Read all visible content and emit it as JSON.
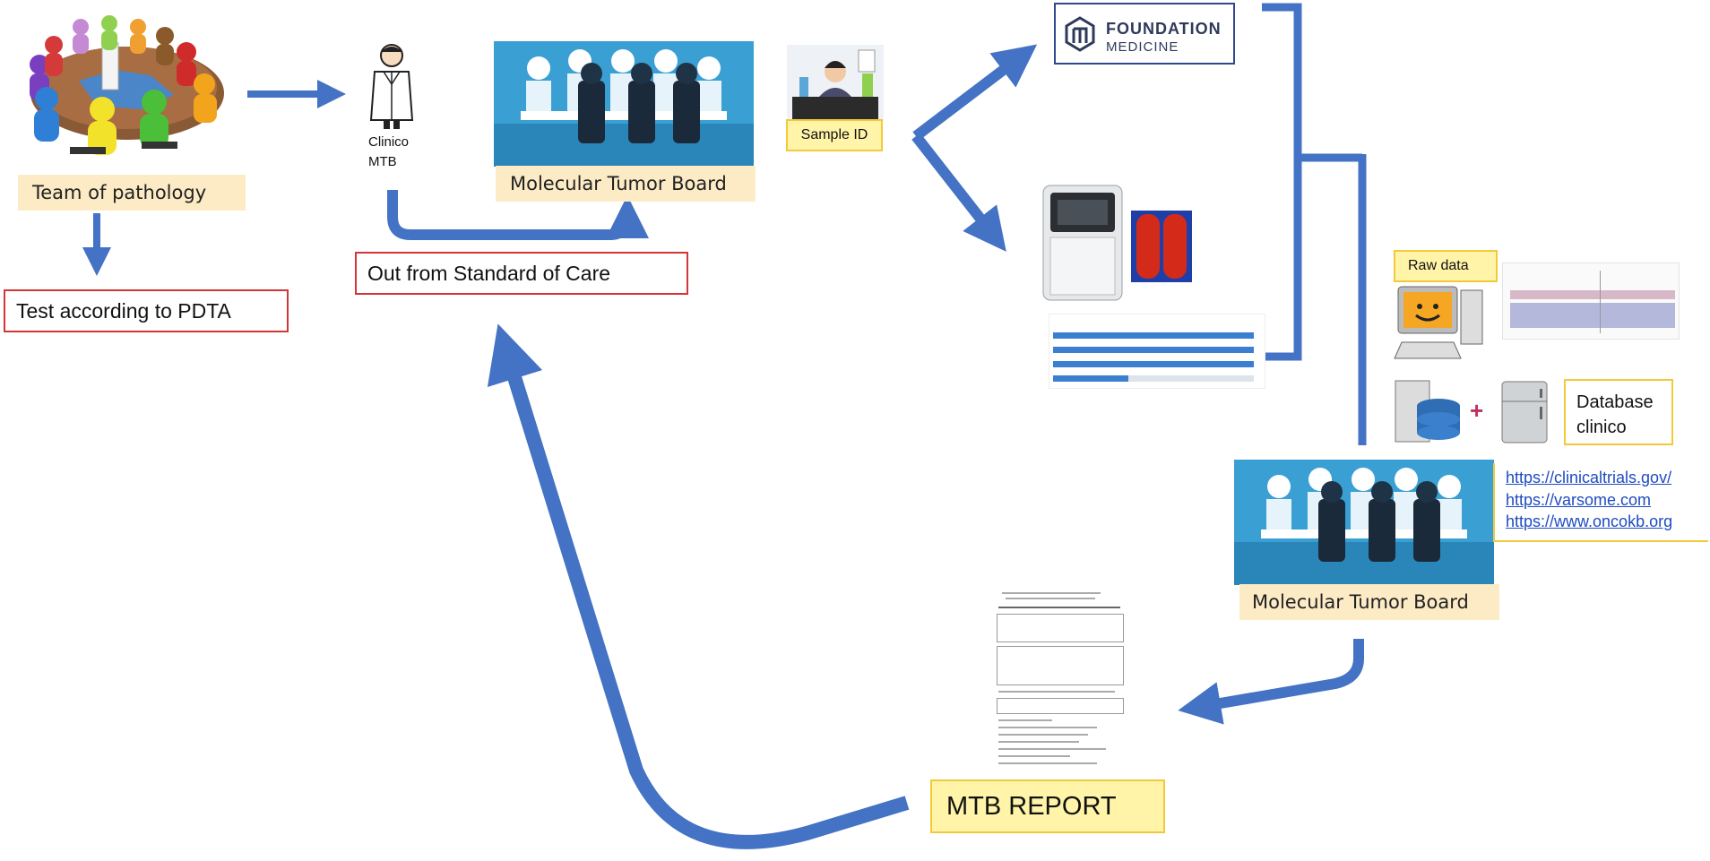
{
  "labels": {
    "team_pathology": "Team of pathology",
    "test_pdta": "Test according to PDTA",
    "clinico": "Clinico",
    "mtb_short": "MTB",
    "mtb_board_top": "Molecular Tumor Board",
    "out_of_soc": "Out from Standard of Care",
    "sample_id": "Sample ID",
    "foundation_line1": "FOUNDATION",
    "foundation_line2": "MEDICINE",
    "raw_data": "Raw data",
    "database_clinico": "Database clinico",
    "mtb_board_bottom": "Molecular Tumor Board",
    "mtb_report": "MTB REPORT"
  },
  "links": [
    "https://clinicaltrials.gov/",
    "https://varsome.com",
    "https://www.oncokb.org"
  ],
  "colors": {
    "arrow": "#4472c4",
    "label_peach": "#fdebc6",
    "label_yellow": "#fff4a8",
    "box_red": "#d33636",
    "link": "#1f4bc2"
  },
  "icons": [
    "team-meeting-illustration",
    "doctor-icon",
    "molecular-tumor-board-illustration",
    "lab-technician-icon",
    "foundation-medicine-logo",
    "sequencer-icon",
    "computer-icon",
    "server-database-icon",
    "fridge-icon",
    "mtb-report-document"
  ]
}
